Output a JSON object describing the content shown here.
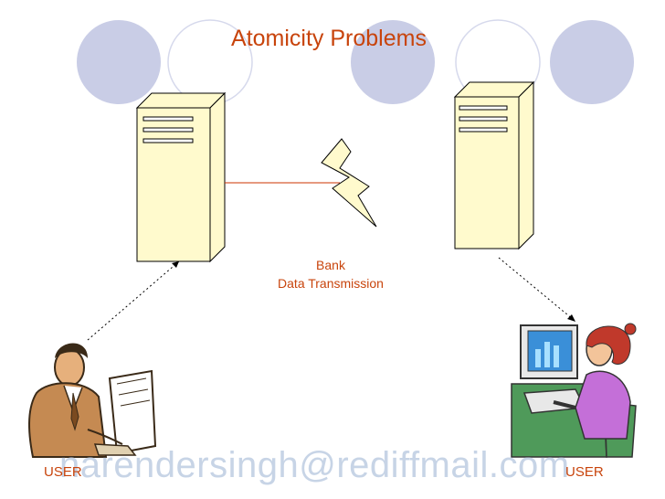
{
  "title": "Atomicity Problems",
  "caption": {
    "line1": "Bank",
    "line2": "Data Transmission"
  },
  "users": {
    "left_label": "USER",
    "right_label": "USER"
  },
  "watermark": "narendersingh@rediffmail.com",
  "colors": {
    "text": "#c8440c",
    "circle_fill": "#c9cde6",
    "server_fill": "#fffacd",
    "link_line": "#cc3300",
    "watermark": "#c7d4e6"
  },
  "icons": {
    "left_server": "server-icon",
    "right_server": "server-icon",
    "bolt": "lightning-bolt-icon",
    "left_user": "man-at-computer-icon",
    "right_user": "woman-at-computer-icon"
  }
}
